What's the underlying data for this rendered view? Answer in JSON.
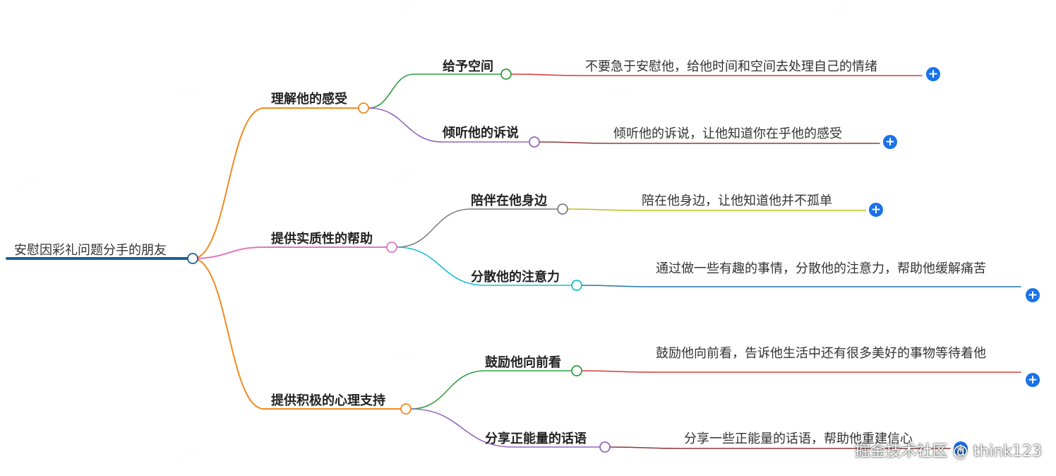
{
  "root": {
    "label": "安慰因彩礼问题分手的朋友"
  },
  "branches": [
    {
      "label": "理解他的感受",
      "color": "#f08a24",
      "children": [
        {
          "label": "给予空间",
          "color": "#2ea043",
          "leaf": "不要急于安慰他，给他时间和空间去处理自己的情绪",
          "leaf_color": "#d93a3a"
        },
        {
          "label": "倾听他的诉说",
          "color": "#9467bd",
          "leaf": "倾听他的诉说，让他知道你在乎他的感受",
          "leaf_color": "#8c3a3a"
        }
      ]
    },
    {
      "label": "提供实质性的帮助",
      "color": "#e377c2",
      "children": [
        {
          "label": "陪伴在他身边",
          "color": "#7f7f7f",
          "leaf": "陪在他身边，让他知道他并不孤单",
          "leaf_color": "#bcbd22"
        },
        {
          "label": "分散他的注意力",
          "color": "#17becf",
          "leaf": "通过做一些有趣的事情，分散他的注意力，帮助他缓解痛苦",
          "leaf_color": "#1f77b4"
        }
      ]
    },
    {
      "label": "提供积极的心理支持",
      "color": "#f08a24",
      "children": [
        {
          "label": "鼓励他向前看",
          "color": "#2ea043",
          "leaf": "鼓励他向前看，告诉他生活中还有很多美好的事物等待着他",
          "leaf_color": "#d93a3a"
        },
        {
          "label": "分享正能量的话语",
          "color": "#9467bd",
          "leaf": "分享一些正能量的话语，帮助他重建信心",
          "leaf_color": "#8c3a3a"
        }
      ]
    }
  ],
  "controls": {
    "expand_symbol": "+"
  },
  "watermark": "掘金技术社区 @ think123",
  "colors": {
    "root_line": "#1f5f9a",
    "node_fill": "#ffffff",
    "plus_button": "#1a73e8"
  }
}
